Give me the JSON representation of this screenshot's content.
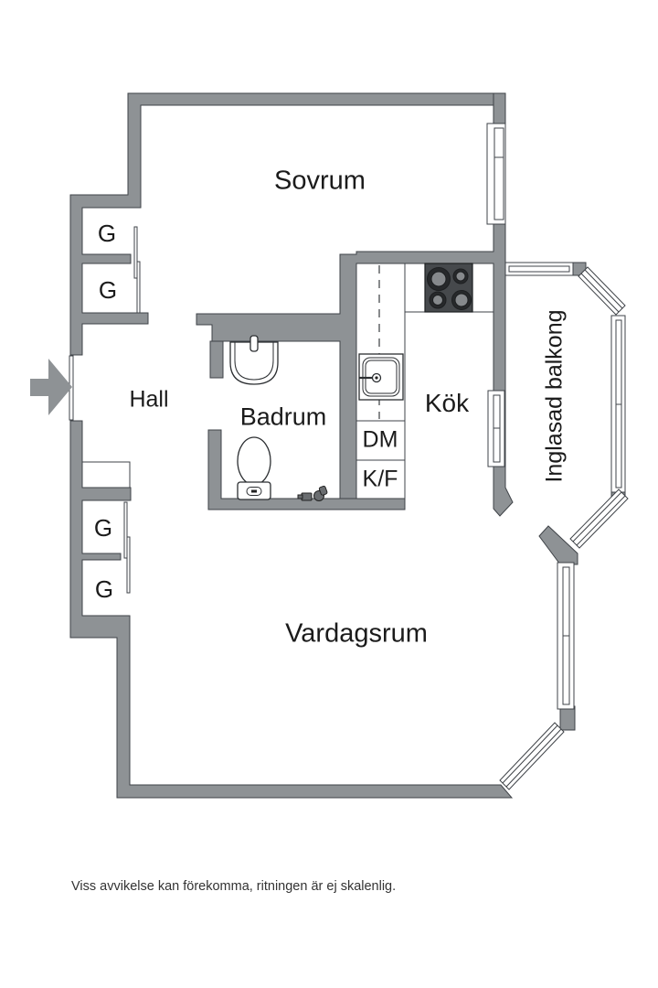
{
  "rooms": {
    "bedroom": "Sovrum",
    "hall": "Hall",
    "bathroom": "Badrum",
    "kitchen": "Kök",
    "living_room": "Vardagsrum",
    "balcony": "Inglasad balkong"
  },
  "closets": {
    "labels": [
      "G",
      "G",
      "G",
      "G"
    ]
  },
  "appliances": {
    "dishwasher": "DM",
    "fridge_freezer": "K/F"
  },
  "footer": {
    "disclaimer": "Viss avvikelse kan förekomma, ritningen är ej skalenlig."
  },
  "colors": {
    "wall": "#8e9295",
    "outline": "#3f4348",
    "text": "#1b1b1b",
    "background": "#ffffff",
    "stove_dark": "#46494c"
  }
}
